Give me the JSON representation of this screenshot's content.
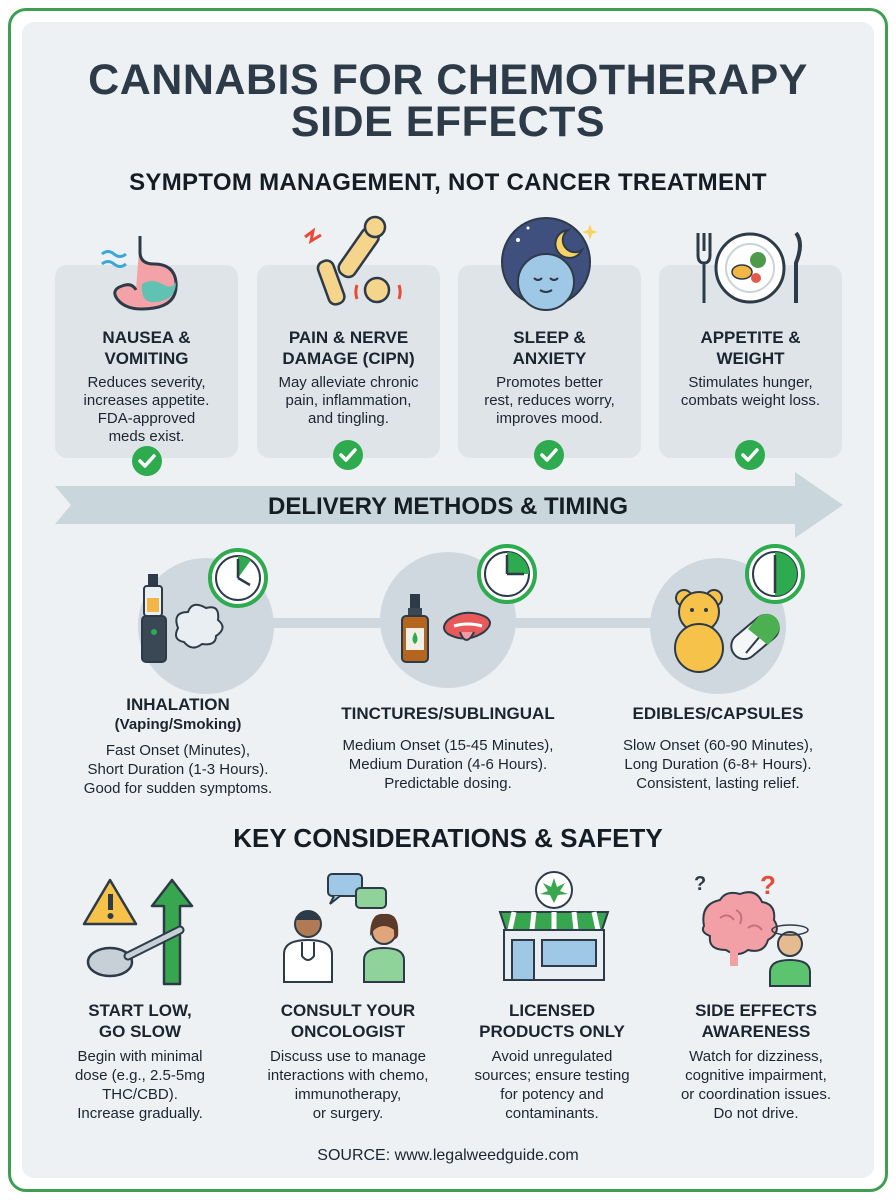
{
  "title": {
    "line1": "CANNABIS FOR CHEMOTHERAPY",
    "line2": "SIDE EFFECTS"
  },
  "subtitle": "SYMPTOM MANAGEMENT, NOT CANCER TREATMENT",
  "symptoms": [
    {
      "title1": "NAUSEA &",
      "title2": "VOMITING",
      "desc": [
        "Reduces severity,",
        "increases appetite.",
        "FDA-approved",
        "meds exist."
      ],
      "icon": "stomach-icon"
    },
    {
      "title1": "PAIN & NERVE",
      "title2": "DAMAGE (CIPN)",
      "desc": [
        "May alleviate chronic",
        "pain, inflammation,",
        "and tingling."
      ],
      "icon": "joint-pain-icon"
    },
    {
      "title1": "SLEEP &",
      "title2": "ANXIETY",
      "desc": [
        "Promotes better",
        "rest, reduces worry,",
        "improves mood."
      ],
      "icon": "moon-face-icon"
    },
    {
      "title1": "APPETITE &",
      "title2": "WEIGHT",
      "desc": [
        "Stimulates hunger,",
        "combats weight loss."
      ],
      "icon": "plate-fork-knife-icon"
    }
  ],
  "delivery_heading": "DELIVERY METHODS & TIMING",
  "methods": [
    {
      "title": "INHALATION",
      "sub": "(Vaping/Smoking)",
      "desc": [
        "Fast Onset (Minutes),",
        "Short Duration (1-3 Hours).",
        "Good for sudden symptoms."
      ],
      "icon": "vape-pen-icon"
    },
    {
      "title": "TINCTURES/SUBLINGUAL",
      "sub": "",
      "desc": [
        "Medium Onset (15-45 Minutes),",
        "Medium Duration (4-6 Hours).",
        "Predictable dosing."
      ],
      "icon": "dropper-bottle-icon"
    },
    {
      "title": "EDIBLES/CAPSULES",
      "sub": "",
      "desc": [
        "Slow Onset (60-90 Minutes),",
        "Long Duration (6-8+ Hours).",
        "Consistent, lasting relief."
      ],
      "icon": "gummy-bear-icon"
    }
  ],
  "safety_heading": "KEY CONSIDERATIONS & SAFETY",
  "considerations": [
    {
      "title1": "START LOW,",
      "title2": "GO SLOW",
      "desc": [
        "Begin with minimal",
        "dose (e.g., 2.5-5mg",
        "THC/CBD).",
        "Increase gradually."
      ],
      "icon": "warning-spoon-icon"
    },
    {
      "title1": "CONSULT YOUR",
      "title2": "ONCOLOGIST",
      "desc": [
        "Discuss use to manage",
        "interactions with chemo,",
        "immunotherapy,",
        "or surgery."
      ],
      "icon": "doctor-patient-icon"
    },
    {
      "title1": "LICENSED",
      "title2": "PRODUCTS ONLY",
      "desc": [
        "Avoid unregulated",
        "sources; ensure testing",
        "for potency and",
        "contaminants."
      ],
      "icon": "dispensary-icon"
    },
    {
      "title1": "SIDE EFFECTS",
      "title2": "AWARENESS",
      "desc": [
        "Watch for dizziness,",
        "cognitive impairment,",
        "or coordination issues.",
        "Do not drive."
      ],
      "icon": "brain-dizzy-icon"
    }
  ],
  "source": "SOURCE: www.legalweedguide.com",
  "colors": {
    "accent_green": "#2eaa4f",
    "border_green": "#3f9e52",
    "heading": "#2d3b48",
    "card_bg": "#dfe4e9"
  }
}
